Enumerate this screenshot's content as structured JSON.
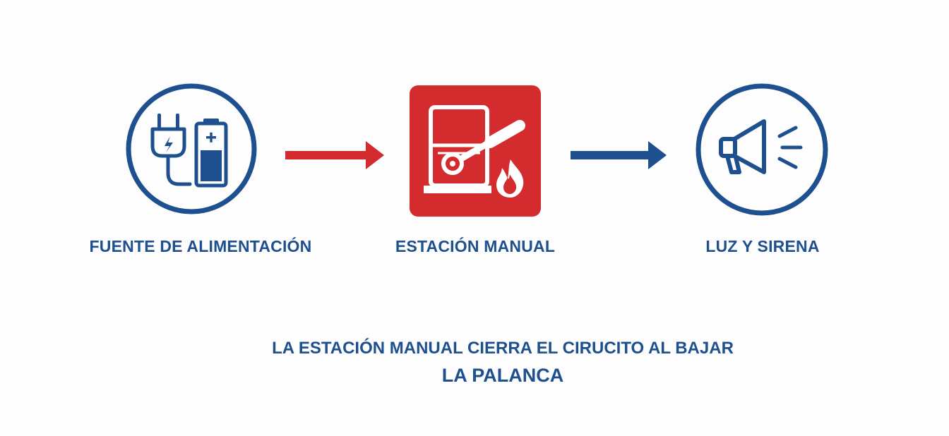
{
  "colors": {
    "blue": "#1e4f8f",
    "red": "#d42b2e",
    "background": "#fdfdfd"
  },
  "nodes": [
    {
      "label": "FUENTE DE ALIMENTACIÓN",
      "icon": "plug-and-battery-icon"
    },
    {
      "label": "ESTACIÓN MANUAL",
      "icon": "manual-pull-station-icon"
    },
    {
      "label": "LUZ Y SIRENA",
      "icon": "megaphone-siren-icon"
    }
  ],
  "arrows": [
    {
      "color": "#d42b2e"
    },
    {
      "color": "#1e4f8f"
    }
  ],
  "caption": {
    "line1": "LA ESTACIÓN MANUAL CIERRA EL CIRUCITO AL BAJAR",
    "line2": "LA PALANCA"
  }
}
